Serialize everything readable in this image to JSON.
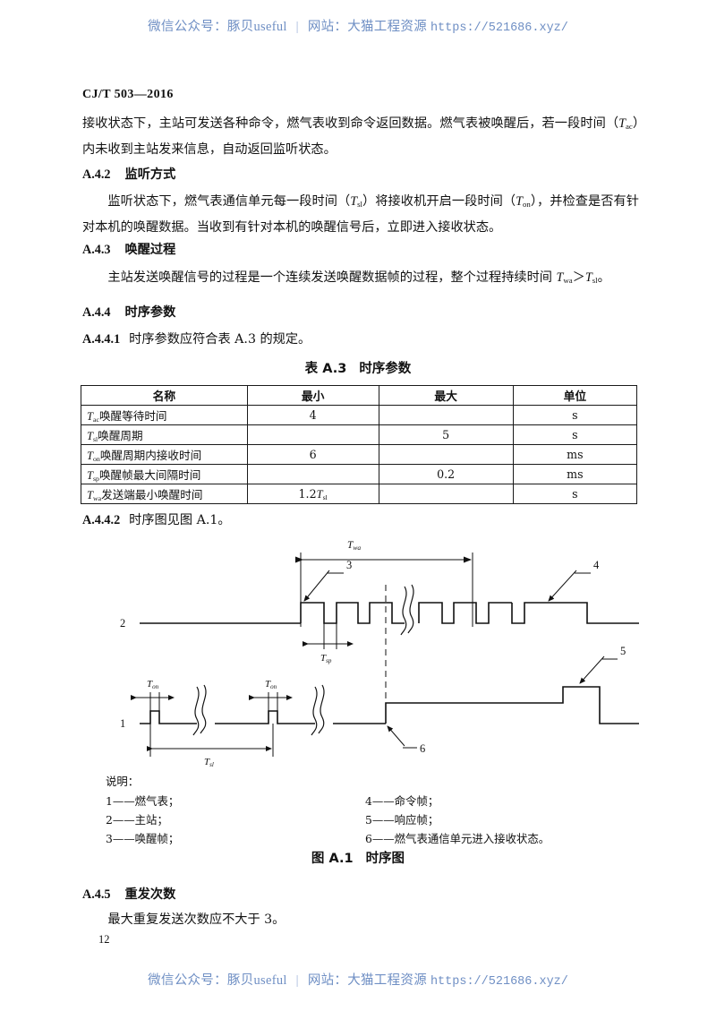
{
  "watermark": {
    "wechat_label": "微信公众号：豚贝useful",
    "separator": "|",
    "site_label": "网站：大猫工程资源",
    "url": "https://521686.xyz/"
  },
  "header": {
    "standard_no": "CJ/T 503—2016"
  },
  "body": {
    "intro_paragraph": "接收状态下，主站可发送各种命令，燃气表收到命令返回数据。燃气表被唤醒后，若一段时间（Tac）内未收到主站发来信息，自动返回监听状态。",
    "sections": [
      {
        "number": "A.4.2",
        "title": "监听方式",
        "text": "监听状态下，燃气表通信单元每一段时间（Tsl）将接收机开启一段时间（Ton），并检查是否有针对本机的唤醒数据。当收到有针对本机的唤醒信号后，立即进入接收状态。"
      },
      {
        "number": "A.4.3",
        "title": "唤醒过程",
        "text": "主站发送唤醒信号的过程是一个连续发送唤醒数据帧的过程，整个过程持续时间 Twa＞Tsl。"
      },
      {
        "number": "A.4.4",
        "title": "时序参数"
      },
      {
        "number": "A.4.5",
        "title": "重发次数",
        "text": "最大重复发送次数应不大于 3。"
      }
    ],
    "clause_A4441": {
      "number": "A.4.4.1",
      "text": "时序参数应符合表 A.3 的规定。"
    },
    "clause_A4442": {
      "number": "A.4.4.2",
      "text": "时序图见图 A.1。"
    }
  },
  "table": {
    "caption_label": "表 A.3",
    "caption_title": "时序参数",
    "headers": [
      "名称",
      "最小",
      "最大",
      "单位"
    ],
    "rows": [
      {
        "symbol": "T",
        "sub": "ac",
        "name": "唤醒等待时间",
        "min": "4",
        "max": "",
        "unit": "s"
      },
      {
        "symbol": "T",
        "sub": "sl",
        "name": "唤醒周期",
        "min": "",
        "max": "5",
        "unit": "s"
      },
      {
        "symbol": "T",
        "sub": "on",
        "name": "唤醒周期内接收时间",
        "min": "6",
        "max": "",
        "unit": "ms"
      },
      {
        "symbol": "T",
        "sub": "sp",
        "name": "唤醒帧最大间隔时间",
        "min": "",
        "max": "0.2",
        "unit": "ms"
      },
      {
        "symbol": "T",
        "sub": "wa",
        "name": "发送端最小唤醒时间",
        "min": "1.2Tsl",
        "max": "",
        "unit": "s"
      }
    ]
  },
  "figure": {
    "caption_label": "图 A.1",
    "caption_title": "时序图",
    "axis_labels": {
      "upper": "2",
      "lower": "1"
    },
    "dimension_labels": {
      "twa": "Twa",
      "tsp": "Tsp",
      "ton_left": "Ton",
      "ton_right": "Ton",
      "tsl": "Tsl"
    },
    "callouts": [
      "3",
      "4",
      "5",
      "6"
    ],
    "legend_heading": "说明：",
    "legend_left": [
      "1——燃气表；",
      "2——主站；",
      "3——唤醒帧；"
    ],
    "legend_right": [
      "4——命令帧；",
      "5——响应帧；",
      "6——燃气表通信单元进入接收状态。"
    ]
  },
  "footer": {
    "page_number": "12"
  },
  "colors": {
    "watermark": "#6f8fc4",
    "ink": "#111111",
    "rule": "#1a1a1a"
  }
}
